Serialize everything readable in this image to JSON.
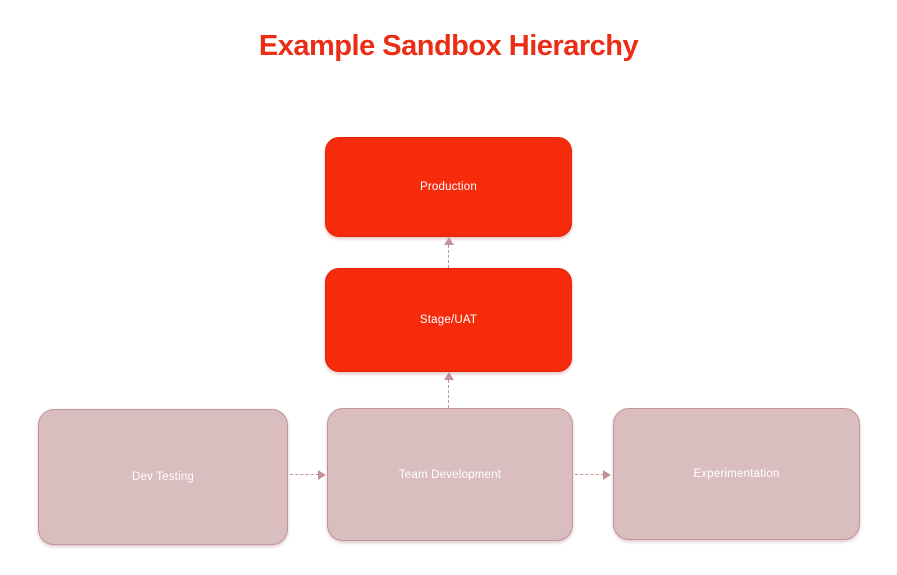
{
  "title": {
    "text": "Example Sandbox Hierarchy",
    "color": "#eb2d16"
  },
  "diagram": {
    "nodes": [
      {
        "id": "production",
        "label": "Production",
        "type": "primary"
      },
      {
        "id": "stage-uat",
        "label": "Stage/UAT",
        "type": "primary"
      },
      {
        "id": "dev-testing",
        "label": "Dev Testing",
        "type": "secondary"
      },
      {
        "id": "team-development",
        "label": "Team Development",
        "type": "secondary"
      },
      {
        "id": "experimentation",
        "label": "Experimentation",
        "type": "secondary"
      }
    ],
    "edges": [
      {
        "from": "stage-uat",
        "to": "production",
        "direction": "up",
        "style": "dashed"
      },
      {
        "from": "team-development",
        "to": "stage-uat",
        "direction": "up",
        "style": "dashed"
      },
      {
        "from": "dev-testing",
        "to": "team-development",
        "direction": "right",
        "style": "dashed"
      },
      {
        "from": "team-development",
        "to": "experimentation",
        "direction": "right",
        "style": "dashed"
      }
    ],
    "colors": {
      "primary_fill": "#f52b0c",
      "primary_border": "#e42407",
      "secondary_fill": "#d9bdbf",
      "secondary_border": "#c2949a",
      "arrow": "#c2949a",
      "label_text": "#ffffff",
      "page_bg": "#ffffff"
    }
  }
}
